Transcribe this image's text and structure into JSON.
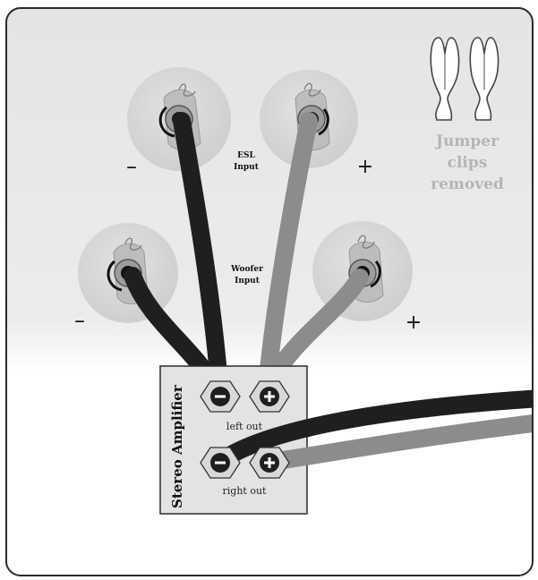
{
  "labels": {
    "esl_input_line1": "ESL",
    "esl_input_line2": "Input",
    "woofer_input_line1": "Woofer",
    "woofer_input_line2": "Input",
    "esl_minus": "–",
    "esl_plus": "+",
    "woofer_minus": "–",
    "woofer_plus": "+",
    "jumper_line1": "Jumper",
    "jumper_line2": "clips",
    "jumper_line3": "removed",
    "amplifier_title": "Stereo Amplifier",
    "left_out": "left out",
    "right_out": "right out"
  },
  "colors": {
    "panel_gray": "#e6e6e6",
    "terminal_disc": "#d6d6d6",
    "black_cable": "#1f1f1f",
    "gray_cable": "#8c8c8c",
    "jumper_text": "#b5b5b5"
  }
}
